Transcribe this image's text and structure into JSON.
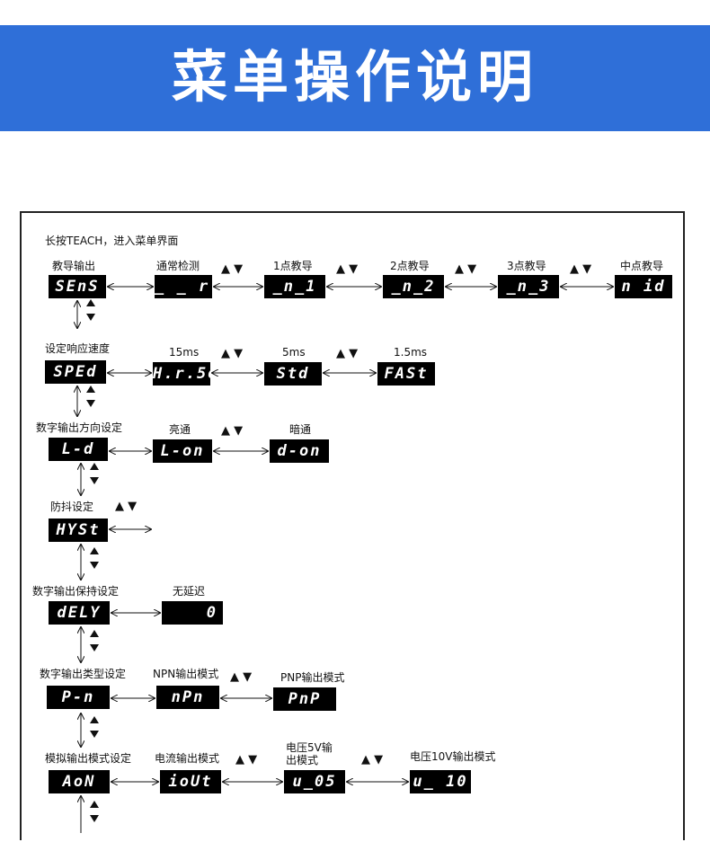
{
  "header": {
    "title": "菜单操作说明"
  },
  "intro": "长按TEACH，进入菜单界面",
  "arrow_glyph": "▲ ▼",
  "rows": {
    "r1": {
      "label": "教导输出",
      "lcd": "SEnS",
      "items": [
        {
          "label": "通常检测",
          "lcd": "_ _ r ‾"
        },
        {
          "label": "1点教导",
          "lcd": "_n_1"
        },
        {
          "label": "2点教导",
          "lcd": "_n_2"
        },
        {
          "label": "3点教导",
          "lcd": "_n_3"
        },
        {
          "label": "中点教导",
          "lcd": "n id"
        }
      ]
    },
    "r2": {
      "label": "设定响应速度",
      "lcd": "SPEd",
      "items": [
        {
          "label": "15ms",
          "lcd": "H.r.5o"
        },
        {
          "label": "5ms",
          "lcd": "Std"
        },
        {
          "label": "1.5ms",
          "lcd": "FASt"
        }
      ]
    },
    "r3": {
      "label": "数字输出方向设定",
      "lcd": "L-d",
      "items": [
        {
          "label": "亮通",
          "lcd": "L-on"
        },
        {
          "label": "暗通",
          "lcd": "d-on"
        }
      ]
    },
    "r4": {
      "label": "防抖设定",
      "lcd": "HYSt"
    },
    "r5": {
      "label": "数字输出保持设定",
      "lcd": "dELY",
      "items": [
        {
          "label": "无延迟",
          "lcd": "0"
        }
      ]
    },
    "r6": {
      "label": "数字输出类型设定",
      "lcd": "P-n",
      "items": [
        {
          "label": "NPN输出模式",
          "lcd": "nPn"
        },
        {
          "label": "PNP输出模式",
          "lcd": "PnP"
        }
      ]
    },
    "r7": {
      "label": "模拟输出模式设定",
      "lcd": "AoN",
      "items": [
        {
          "label": "电流输出模式",
          "lcd": "ioUt"
        },
        {
          "label": "电压5V输出模式",
          "lcd": "u_05"
        },
        {
          "label": "电压10V输出模式",
          "lcd": "u_ 10"
        }
      ]
    }
  }
}
